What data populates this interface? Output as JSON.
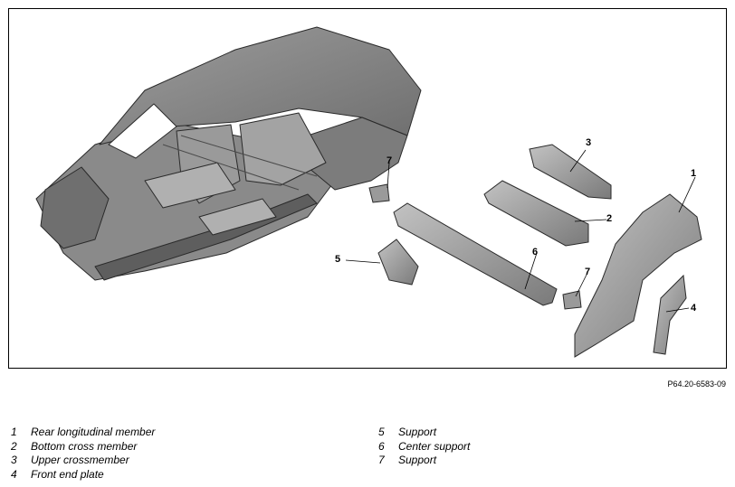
{
  "figure": {
    "code": "P64.20-6583-09",
    "callouts": [
      "1",
      "2",
      "3",
      "4",
      "5",
      "6",
      "7",
      "7"
    ]
  },
  "legend": {
    "left": [
      {
        "num": "1",
        "label": "Rear longitudinal member"
      },
      {
        "num": "2",
        "label": "Bottom cross member"
      },
      {
        "num": "3",
        "label": "Upper crossmember"
      },
      {
        "num": "4",
        "label": "Front end plate"
      }
    ],
    "right": [
      {
        "num": "5",
        "label": "Support"
      },
      {
        "num": "6",
        "label": "Center support"
      },
      {
        "num": "7",
        "label": "Support"
      }
    ]
  },
  "colors": {
    "metal": "#8c8c8c",
    "metal_dark": "#555555",
    "metal_light": "#b5b5b5",
    "outline": "#2a2a2a"
  }
}
